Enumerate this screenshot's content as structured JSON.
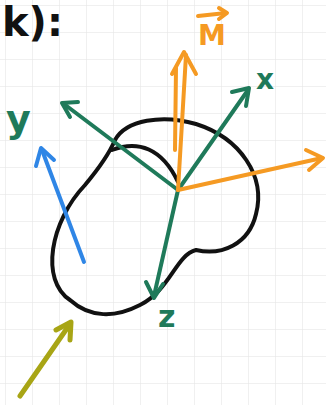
{
  "diagram": {
    "labels": [
      "k):",
      "y",
      "x",
      "z",
      "M"
    ]
  }
}
